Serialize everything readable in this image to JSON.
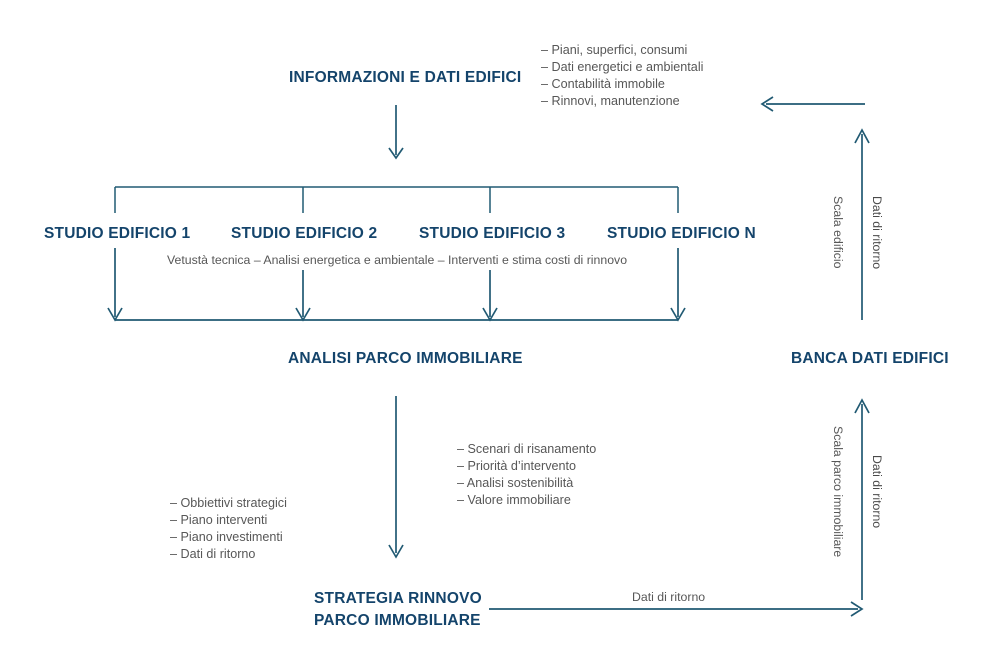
{
  "diagram": {
    "title_top": "INFORMAZIONI E DATI EDIFICI",
    "top_notes": [
      "– Piani, superfici, consumi",
      "– Dati energetici e ambientali",
      "– Contabilità immobile",
      "– Rinnovi, manutenzione"
    ],
    "studies": [
      "STUDIO EDIFICIO 1",
      "STUDIO EDIFICIO 2",
      "STUDIO EDIFICIO 3",
      "STUDIO EDIFICIO N"
    ],
    "studies_subtitle": "Vetustà tecnica – Analisi energetica e ambientale – Interventi e stima costi di rinnovo",
    "analysis_title": "ANALISI PARCO IMMOBILIARE",
    "database_title": "BANCA DATI EDIFICI",
    "analysis_notes": [
      "– Scenari di risanamento",
      "– Priorità d’intervento",
      "– Analisi sostenibilità",
      "– Valore immobiliare"
    ],
    "strategy_notes": [
      "– Obbiettivi strategici",
      "– Piano interventi",
      "– Piano investimenti",
      "– Dati di ritorno"
    ],
    "strategy_title_line1": "STRATEGIA RINNOVO",
    "strategy_title_line2": "PARCO IMMOBILIARE",
    "axis_labels": {
      "scale_building": "Scala edificio",
      "return_data_building": "Dati di ritorno",
      "scale_portfolio": "Scala parco immobiliare",
      "return_data_portfolio": "Dati di ritorno",
      "return_data_bottom": "Dati di ritorno"
    },
    "colors": {
      "heading": "#14446b",
      "line": "#215a73",
      "note": "#575757",
      "background": "#ffffff"
    }
  }
}
